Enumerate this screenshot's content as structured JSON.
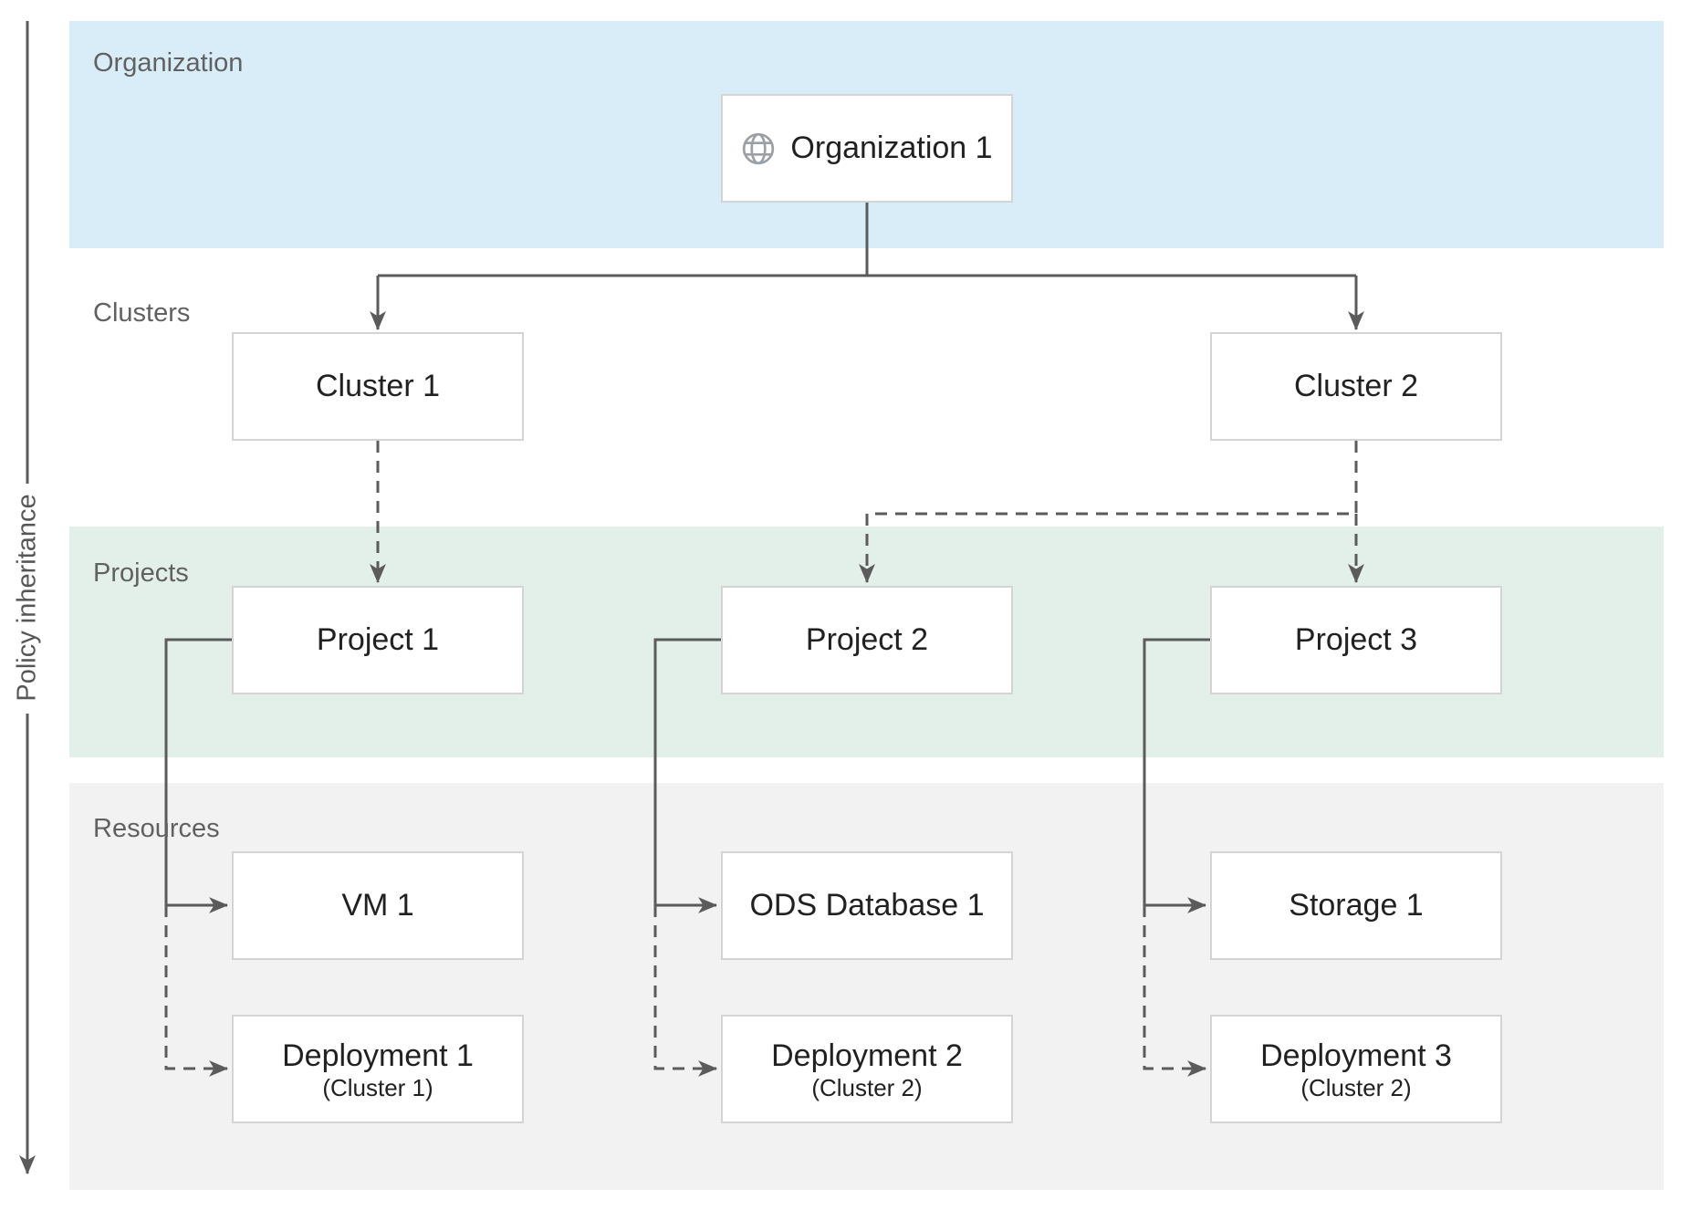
{
  "title": "Organization hierarchy and policy inheritance diagram",
  "policy_axis": {
    "label": "Policy inheritance"
  },
  "bands": {
    "organization": {
      "label": "Organization"
    },
    "clusters": {
      "label": "Clusters"
    },
    "projects": {
      "label": "Projects"
    },
    "resources": {
      "label": "Resources"
    }
  },
  "nodes": {
    "organization1": {
      "label": "Organization 1",
      "icon": "globe-icon"
    },
    "cluster1": {
      "label": "Cluster 1"
    },
    "cluster2": {
      "label": "Cluster 2"
    },
    "project1": {
      "label": "Project 1"
    },
    "project2": {
      "label": "Project 2"
    },
    "project3": {
      "label": "Project 3"
    },
    "vm1": {
      "label": "VM 1"
    },
    "ods_database1": {
      "label": "ODS Database 1"
    },
    "storage1": {
      "label": "Storage 1"
    },
    "deployment1": {
      "label": "Deployment 1",
      "sublabel": "(Cluster 1)"
    },
    "deployment2": {
      "label": "Deployment 2",
      "sublabel": "(Cluster 2)"
    },
    "deployment3": {
      "label": "Deployment 3",
      "sublabel": "(Cluster 2)"
    }
  },
  "edges": {
    "solid": [
      "organization1 -> cluster1",
      "organization1 -> cluster2",
      "project1 -> vm1",
      "project2 -> ods_database1",
      "project3 -> storage1"
    ],
    "dashed": [
      "cluster1 -> project1",
      "cluster2 -> project2",
      "cluster2 -> project3",
      "project1 -> deployment1",
      "project2 -> deployment2",
      "project3 -> deployment3"
    ]
  },
  "colors": {
    "band_organization": "#d9edf8",
    "band_projects": "#e3efe9",
    "band_resources": "#f2f2f2",
    "node_border": "#d4d4d4",
    "node_bg": "#ffffff",
    "connector": "#5b5b5b",
    "band_label": "#616161",
    "node_text": "#212121",
    "icon": "#9aa0a6"
  }
}
